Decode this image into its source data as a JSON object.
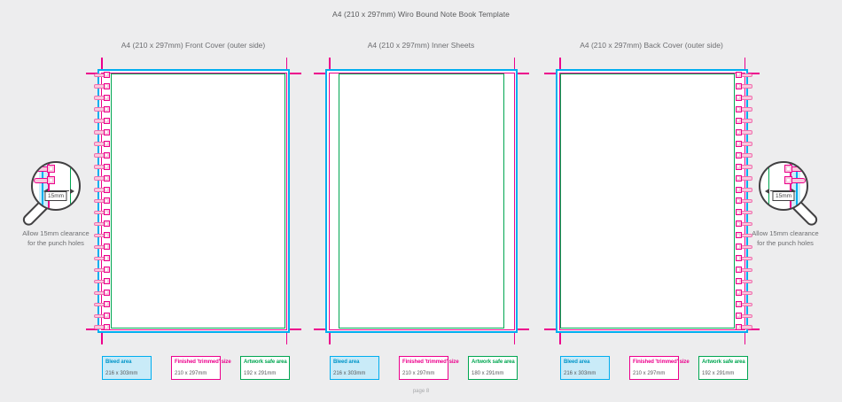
{
  "page": {
    "title": "A4 (210 x 297mm) Wiro Bound Note Book Template",
    "footer": "page 8"
  },
  "colors": {
    "background": "#ededee",
    "bleed": "#00aeef",
    "trim": "#ec008c",
    "safe": "#00a651",
    "punch_pink": "#f8c8dd",
    "outline_dark": "#414042"
  },
  "punch_hole_count": 23,
  "magnifier": {
    "label": "15mm",
    "note_line1": "Allow 15mm clearance",
    "note_line2": "for the punch holes"
  },
  "panels": [
    {
      "title": "A4 (210 x 297mm) Front Cover (outer side)",
      "holes_side": "left",
      "legend": [
        {
          "label": "Bleed area",
          "value": "216 x 303mm"
        },
        {
          "label": "Finished 'trimmed' size",
          "value": "210 x 297mm"
        },
        {
          "label": "Artwork safe area",
          "value": "192 x 291mm"
        }
      ]
    },
    {
      "title": "A4 (210 x 297mm) Inner Sheets",
      "holes_side": "none",
      "legend": [
        {
          "label": "Bleed area",
          "value": "216 x 303mm"
        },
        {
          "label": "Finished 'trimmed' size",
          "value": "210 x 297mm"
        },
        {
          "label": "Artwork safe area",
          "value": "180 x 291mm"
        }
      ]
    },
    {
      "title": "A4 (210 x 297mm) Back Cover (outer side)",
      "holes_side": "right",
      "legend": [
        {
          "label": "Bleed area",
          "value": "216 x 303mm"
        },
        {
          "label": "Finished 'trimmed' size",
          "value": "210 x 297mm"
        },
        {
          "label": "Artwork safe area",
          "value": "192 x 291mm"
        }
      ]
    }
  ]
}
